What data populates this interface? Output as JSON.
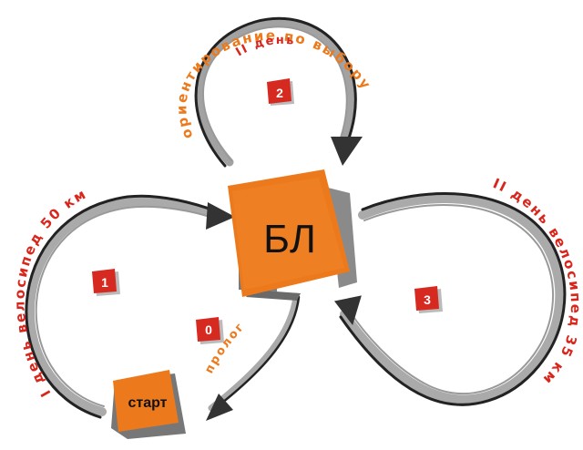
{
  "colors": {
    "orange": "#ec7a1c",
    "red_text": "#d9261c",
    "badge_red": "#d62a20",
    "stroke": "#444444",
    "shadow_gray": "#7a7a7a"
  },
  "hub": {
    "label": "БЛ"
  },
  "start": {
    "label": "старт"
  },
  "routes": {
    "day1": {
      "number": "1",
      "text": "I день велосипед 50 км"
    },
    "day2": {
      "number": "2",
      "text_main": "ориентирование по выбору",
      "text_day": "II день"
    },
    "day3": {
      "number": "3",
      "text": "II день велосипед 35 км"
    },
    "prolog": {
      "number": "0",
      "text": "пролог"
    }
  }
}
